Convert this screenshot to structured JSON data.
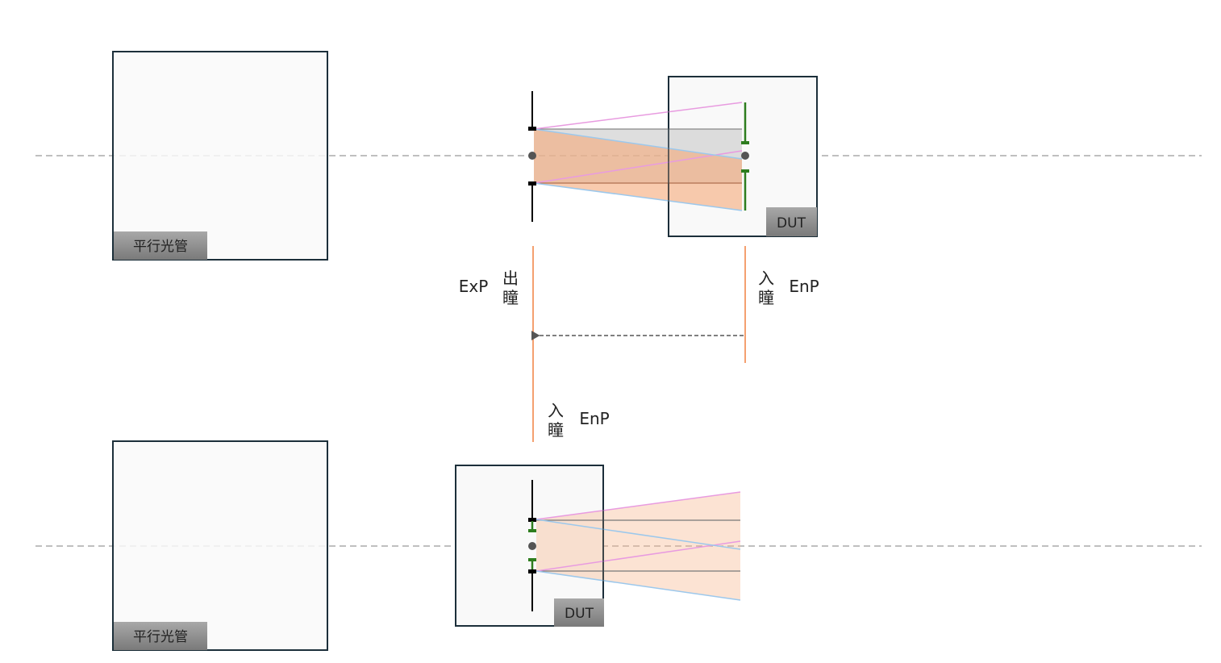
{
  "collimator_label": "平行光管",
  "dut_label": "DUT",
  "exit_pupil": {
    "abbr": "ExP",
    "chars": [
      "出",
      "瞳"
    ]
  },
  "entrance_pupil": {
    "abbr": "EnP",
    "chars": [
      "入",
      "瞳"
    ]
  },
  "colors": {
    "box_border": "#1c2f3a",
    "stop": "#000000",
    "green_stop": "#2e7d1e",
    "pupil_line": "#f08040",
    "ray_pink": "#e89be0",
    "ray_blue": "#9cc8ec",
    "beam_fill": "#f7b890",
    "axis": "#999999"
  }
}
